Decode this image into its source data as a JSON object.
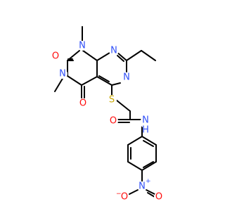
{
  "atoms": {
    "n1": "N",
    "n3": "N",
    "n_pyr_top": "N",
    "n_pyr_right": "N",
    "o_c2": "O",
    "o_c4": "O",
    "s": "S",
    "o_amide": "O",
    "n_amide": "N",
    "h_amide": "H",
    "n_nitro": "N",
    "n_nitro_charge": "+",
    "o_nitro_left": "O",
    "o_nitro_left_charge": "−",
    "o_nitro_right": "O"
  },
  "colors": {
    "carbon": "#000000",
    "nitrogen": "#3050f8",
    "oxygen": "#ff0d0d",
    "sulfur": "#c8a800"
  }
}
